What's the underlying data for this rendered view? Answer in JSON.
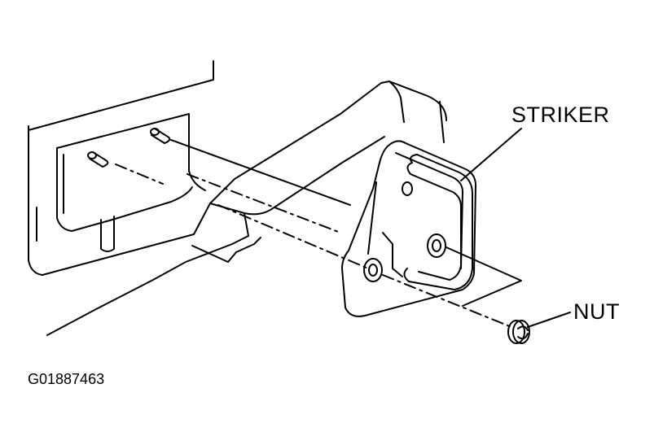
{
  "labels": {
    "striker": "STRIKER",
    "nut": "NUT"
  },
  "figure_id": "G01887463",
  "colors": {
    "line": "#000000",
    "background": "#ffffff"
  }
}
